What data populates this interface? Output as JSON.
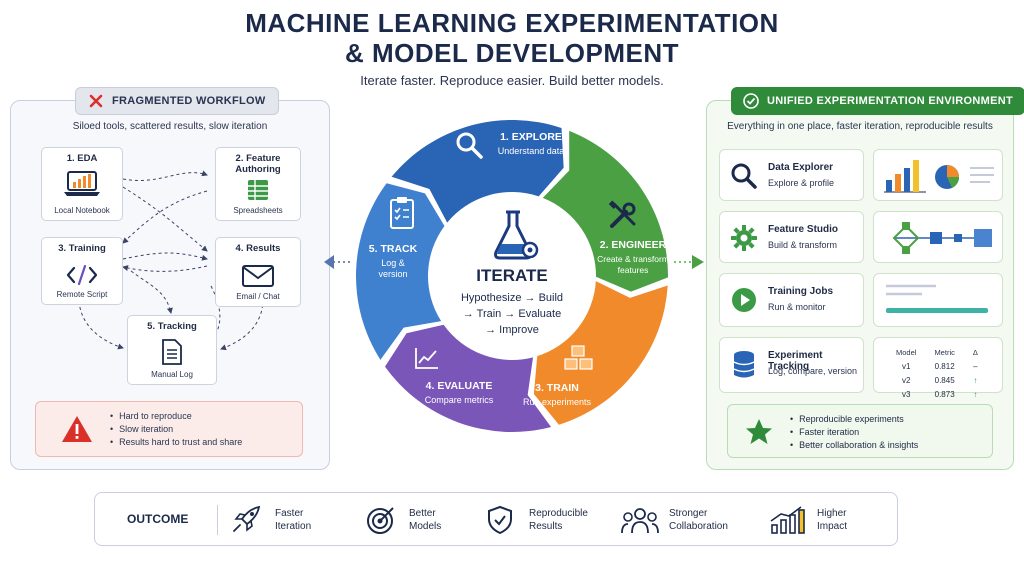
{
  "header": {
    "title_line1": "MACHINE LEARNING EXPERIMENTATION",
    "title_line2": "& MODEL DEVELOPMENT",
    "subtitle": "Iterate faster. Reproduce easier. Build better models."
  },
  "left_panel": {
    "tag": "FRAGMENTED WORKFLOW",
    "subtitle": "Siloed tools, scattered results, slow iteration",
    "nodes": [
      {
        "title": "1. EDA",
        "caption": "Local Notebook",
        "icon": "laptop-chart-icon"
      },
      {
        "title": "2. Feature Authoring",
        "caption": "Spreadsheets",
        "icon": "spreadsheet-icon"
      },
      {
        "title": "3. Training",
        "caption": "Remote Script",
        "icon": "code-icon"
      },
      {
        "title": "4. Results",
        "caption": "Email / Chat",
        "icon": "mail-icon"
      },
      {
        "title": "5. Tracking",
        "caption": "Manual Log",
        "icon": "document-icon"
      }
    ],
    "issues": [
      "Hard to reproduce",
      "Slow iteration",
      "Results hard to trust and share"
    ]
  },
  "cycle": {
    "segments": [
      {
        "title": "1. EXPLORE",
        "subtitle": "Understand data",
        "color": "#2a64b4",
        "icon": "search-icon"
      },
      {
        "title": "2. ENGINEER",
        "subtitle": "Create & transform features",
        "color": "#4aa043",
        "icon": "tools-icon"
      },
      {
        "title": "3. TRAIN",
        "subtitle": "Run experiments",
        "color": "#f08a2a",
        "icon": "cubes-icon"
      },
      {
        "title": "4. EVALUATE",
        "subtitle": "Compare metrics",
        "color": "#7a56b8",
        "icon": "line-chart-icon"
      },
      {
        "title": "5. TRACK",
        "subtitle": "Log & version",
        "color": "#3f80cf",
        "icon": "checklist-icon"
      }
    ],
    "center_title": "ITERATE",
    "center_line1": "Hypothesize → Build",
    "center_line2": "→ Train → Evaluate",
    "center_line3": "→ Improve"
  },
  "right_panel": {
    "tag": "UNIFIED EXPERIMENTATION ENVIRONMENT",
    "subtitle": "Everything in one place, faster iteration, reproducible results",
    "rows": [
      {
        "title": "Data Explorer",
        "subtitle": "Explore & profile",
        "icon": "search-icon"
      },
      {
        "title": "Feature Studio",
        "subtitle": "Build & transform",
        "icon": "gear-icon"
      },
      {
        "title": "Training Jobs",
        "subtitle": "Run & monitor",
        "icon": "play-icon"
      },
      {
        "title": "Experiment Tracking",
        "subtitle": "Log, compare, version",
        "icon": "database-icon"
      }
    ],
    "table": {
      "headers": [
        "Model",
        "Metric",
        "Δ"
      ],
      "rows": [
        [
          "v1",
          "0.812",
          "–"
        ],
        [
          "v2",
          "0.845",
          "↑"
        ],
        [
          "v3",
          "0.873",
          "↑"
        ]
      ]
    },
    "benefits": [
      "Reproducible experiments",
      "Faster iteration",
      "Better collaboration & insights"
    ]
  },
  "outcome": {
    "label": "OUTCOME",
    "items": [
      {
        "line1": "Faster",
        "line2": "Iteration",
        "icon": "rocket-icon"
      },
      {
        "line1": "Better",
        "line2": "Models",
        "icon": "target-icon"
      },
      {
        "line1": "Reproducible",
        "line2": "Results",
        "icon": "shield-check-icon"
      },
      {
        "line1": "Stronger",
        "line2": "Collaboration",
        "icon": "team-icon"
      },
      {
        "line1": "Higher",
        "line2": "Impact",
        "icon": "growth-chart-icon"
      }
    ]
  }
}
